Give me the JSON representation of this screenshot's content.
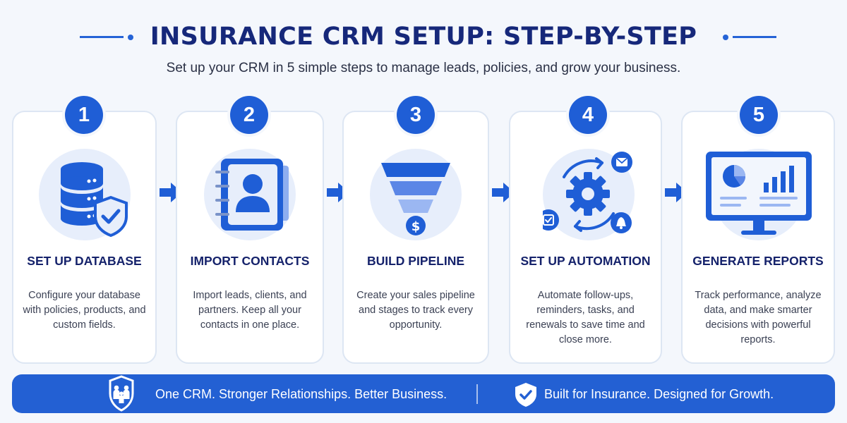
{
  "header": {
    "title": "INSURANCE CRM SETUP: STEP-BY-STEP",
    "subtitle": "Set up your CRM in 5 simple steps to manage leads, policies, and grow your business."
  },
  "colors": {
    "accent": "#2563d6",
    "title": "#16287a",
    "card_border": "#dde6f3",
    "icon_bg": "#e7eefb",
    "footer_bg": "#2360d3"
  },
  "steps": [
    {
      "number": "1",
      "icon": "database-shield-icon",
      "title": "SET UP DATABASE",
      "description": "Configure your database with policies, products, and custom fields."
    },
    {
      "number": "2",
      "icon": "contact-book-icon",
      "title": "IMPORT CONTACTS",
      "description": "Import leads, clients, and partners. Keep all your contacts in one place."
    },
    {
      "number": "3",
      "icon": "sales-funnel-icon",
      "title": "BUILD PIPELINE",
      "description": "Create your sales pipeline and stages to track every opportunity."
    },
    {
      "number": "4",
      "icon": "automation-gear-icon",
      "title": "SET UP AUTOMATION",
      "description": "Automate follow-ups, reminders, tasks, and renewals to save time and close more."
    },
    {
      "number": "5",
      "icon": "reports-monitor-icon",
      "title": "GENERATE REPORTS",
      "description": "Track performance, analyze data, and make smarter decisions with powerful reports."
    }
  ],
  "footer": {
    "left_icon": "family-shield-icon",
    "left_text": "One CRM. Stronger Relationships. Better Business.",
    "right_icon": "check-shield-icon",
    "right_text": "Built for Insurance. Designed for Growth."
  }
}
